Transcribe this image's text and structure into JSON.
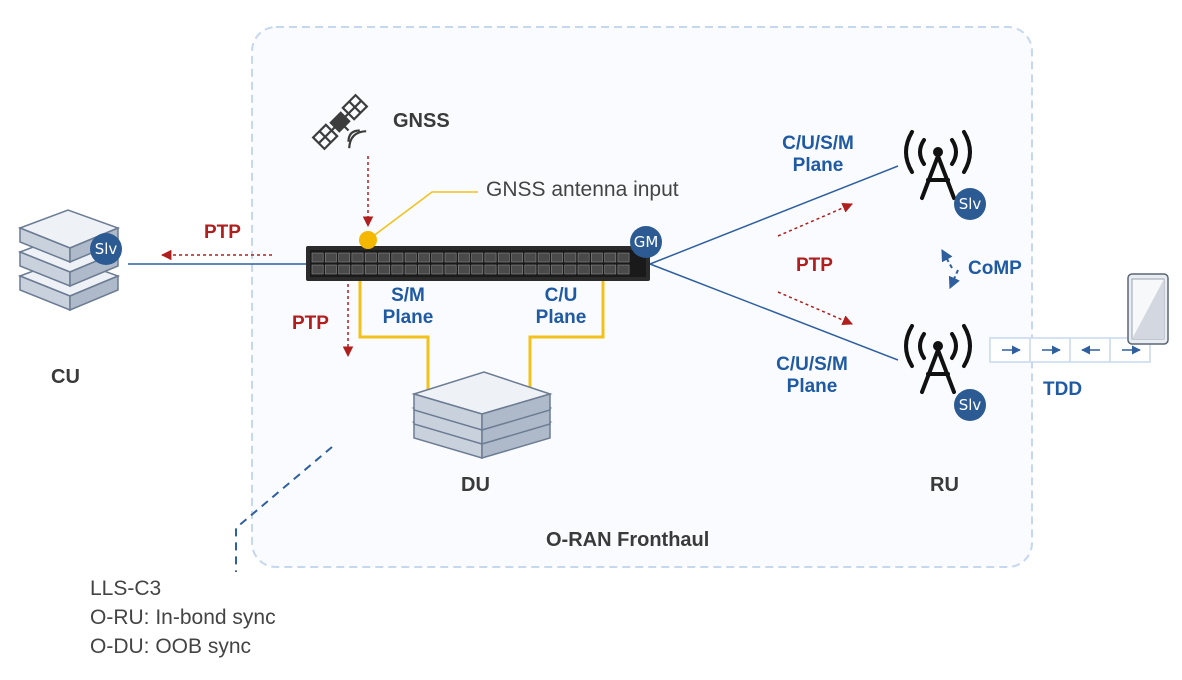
{
  "title": "O-RAN Fronthaul",
  "gnss": {
    "label": "GNSS",
    "antenna_label": "GNSS antenna input"
  },
  "nodes": {
    "cu": {
      "label": "CU",
      "badge": "Slv"
    },
    "du": {
      "label": "DU"
    },
    "ru": {
      "label": "RU"
    },
    "switch": {
      "badge": "GM"
    },
    "ru_top": {
      "badge": "Slv"
    },
    "ru_bottom": {
      "badge": "Slv"
    }
  },
  "links": {
    "ptp_cu": "PTP",
    "ptp_du": "PTP",
    "ptp_ru": "PTP",
    "sm_plane": [
      "S/M",
      "Plane"
    ],
    "cu_plane": [
      "C/U",
      "Plane"
    ],
    "ru_top_plane": [
      "C/U/S/M",
      "Plane"
    ],
    "ru_bottom_plane": [
      "C/U/S/M",
      "Plane"
    ],
    "comp": "CoMP",
    "tdd": "TDD"
  },
  "note": [
    "LLS-C3",
    "O-RU: In-bond sync",
    "O-DU: OOB sync"
  ],
  "colors": {
    "frame_border": "#c6d8ee",
    "frame_fill": "#f9fbfe",
    "link_blue": "#2f5f9e",
    "ptp_red": "#b01e1e",
    "sync_yellow": "#f2c21b",
    "badge_blue": "#2c5b93"
  },
  "icons": [
    "satellite-icon",
    "server-stack-icon",
    "switch-icon",
    "antenna-tower-icon",
    "phone-icon"
  ]
}
